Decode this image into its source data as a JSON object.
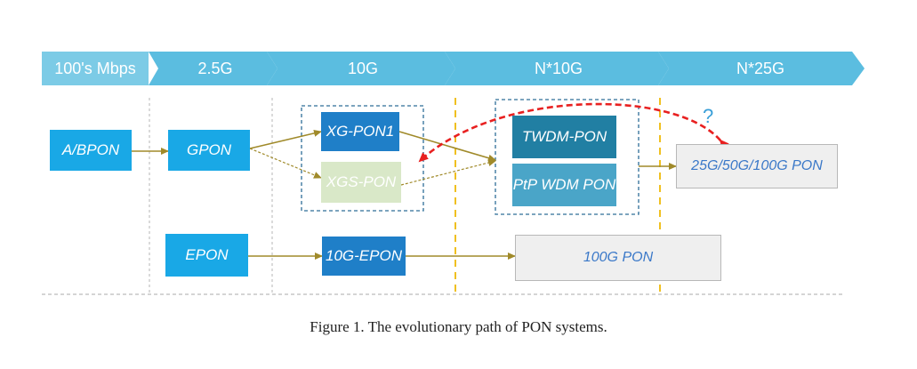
{
  "stages": [
    "100's Mbps",
    "2.5G",
    "10G",
    "N*10G",
    "N*25G"
  ],
  "nodes": {
    "abpon": "A/BPON",
    "gpon": "GPON",
    "xgpon1": "XG-PON1",
    "xgspon": "XGS-PON",
    "twdmpon": "TWDM-PON",
    "ptpwdm": "PtP WDM PON",
    "pon_25_50_100": "25G/50G/100G PON",
    "epon": "EPON",
    "epon10g": "10G-EPON",
    "pon100g": "100G PON"
  },
  "question_mark": "?",
  "caption": "Figure 1. The evolutionary path of PON systems.",
  "colors": {
    "stage_fill": "#5bbde0",
    "stage_first_fill": "#7ccbe6",
    "node_blue": "#19a8e6",
    "node_xgpon": "#1f7fc8",
    "node_teal": "#217fa3",
    "node_teal_light": "#4aa5c8",
    "node_xgs": "#d9e8c8",
    "node_gray": "#efefef",
    "arrow_olive": "#a08a2a",
    "dashed_red": "#e82020",
    "dashed_yellow": "#f0c020"
  }
}
